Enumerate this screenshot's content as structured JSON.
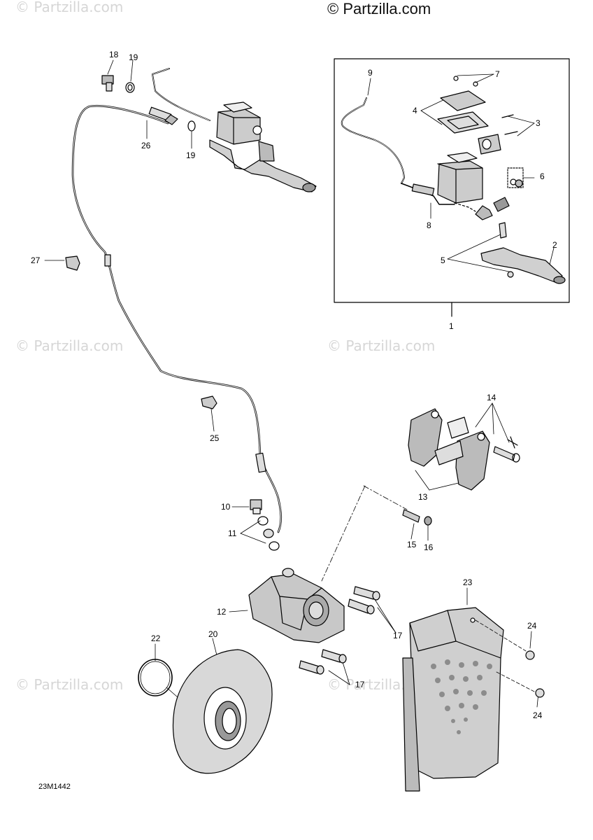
{
  "watermark": {
    "brand_corner": "© Partzilla.com",
    "brand_header": "© Partzilla.com",
    "brand_mid_left": "© Partzilla.com",
    "brand_mid_right": "© Partzilla.com",
    "brand_bottom_left": "© Partzilla.com",
    "brand_bottom_right": "© Partzilla.com"
  },
  "diagram_code": "23M1442",
  "callouts": {
    "c1": "1",
    "c2": "2",
    "c3": "3",
    "c4": "4",
    "c5": "5",
    "c6": "6",
    "c7": "7",
    "c8": "8",
    "c9": "9",
    "c10": "10",
    "c11": "11",
    "c12": "12",
    "c13": "13",
    "c14": "14",
    "c15": "15",
    "c16": "16",
    "c17a": "17",
    "c17b": "17",
    "c18": "18",
    "c19a": "19",
    "c19b": "19",
    "c20": "20",
    "c22": "22",
    "c23": "23",
    "c24a": "24",
    "c24b": "24",
    "c25": "25",
    "c26": "26",
    "c27": "27"
  },
  "colors": {
    "line": "#000000",
    "part_fill": "#c9c9c9",
    "part_shade": "#9a9a9a",
    "watermark": "#d6d6d6"
  }
}
